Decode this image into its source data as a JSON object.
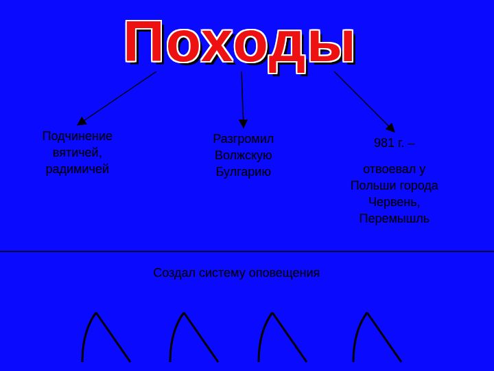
{
  "diagram": {
    "nodes": [
      {
        "text": [
          "Походы"
        ]
      },
      {
        "text": [
          "Подчинение вятичей, радимичей"
        ]
      },
      {
        "text": [
          "Разгромил Волжскую Булгарию"
        ]
      },
      {
        "text": [
          "981 г. –",
          "отвоевал у Польши города Червень, Перемышль"
        ]
      }
    ],
    "edges": [
      {
        "from": 0,
        "to": 1,
        "arrow": "to"
      },
      {
        "from": 0,
        "to": 2,
        "arrow": "to"
      },
      {
        "from": 0,
        "to": 3,
        "arrow": "to"
      }
    ],
    "labels": [
      "Создал систему оповещения"
    ]
  }
}
